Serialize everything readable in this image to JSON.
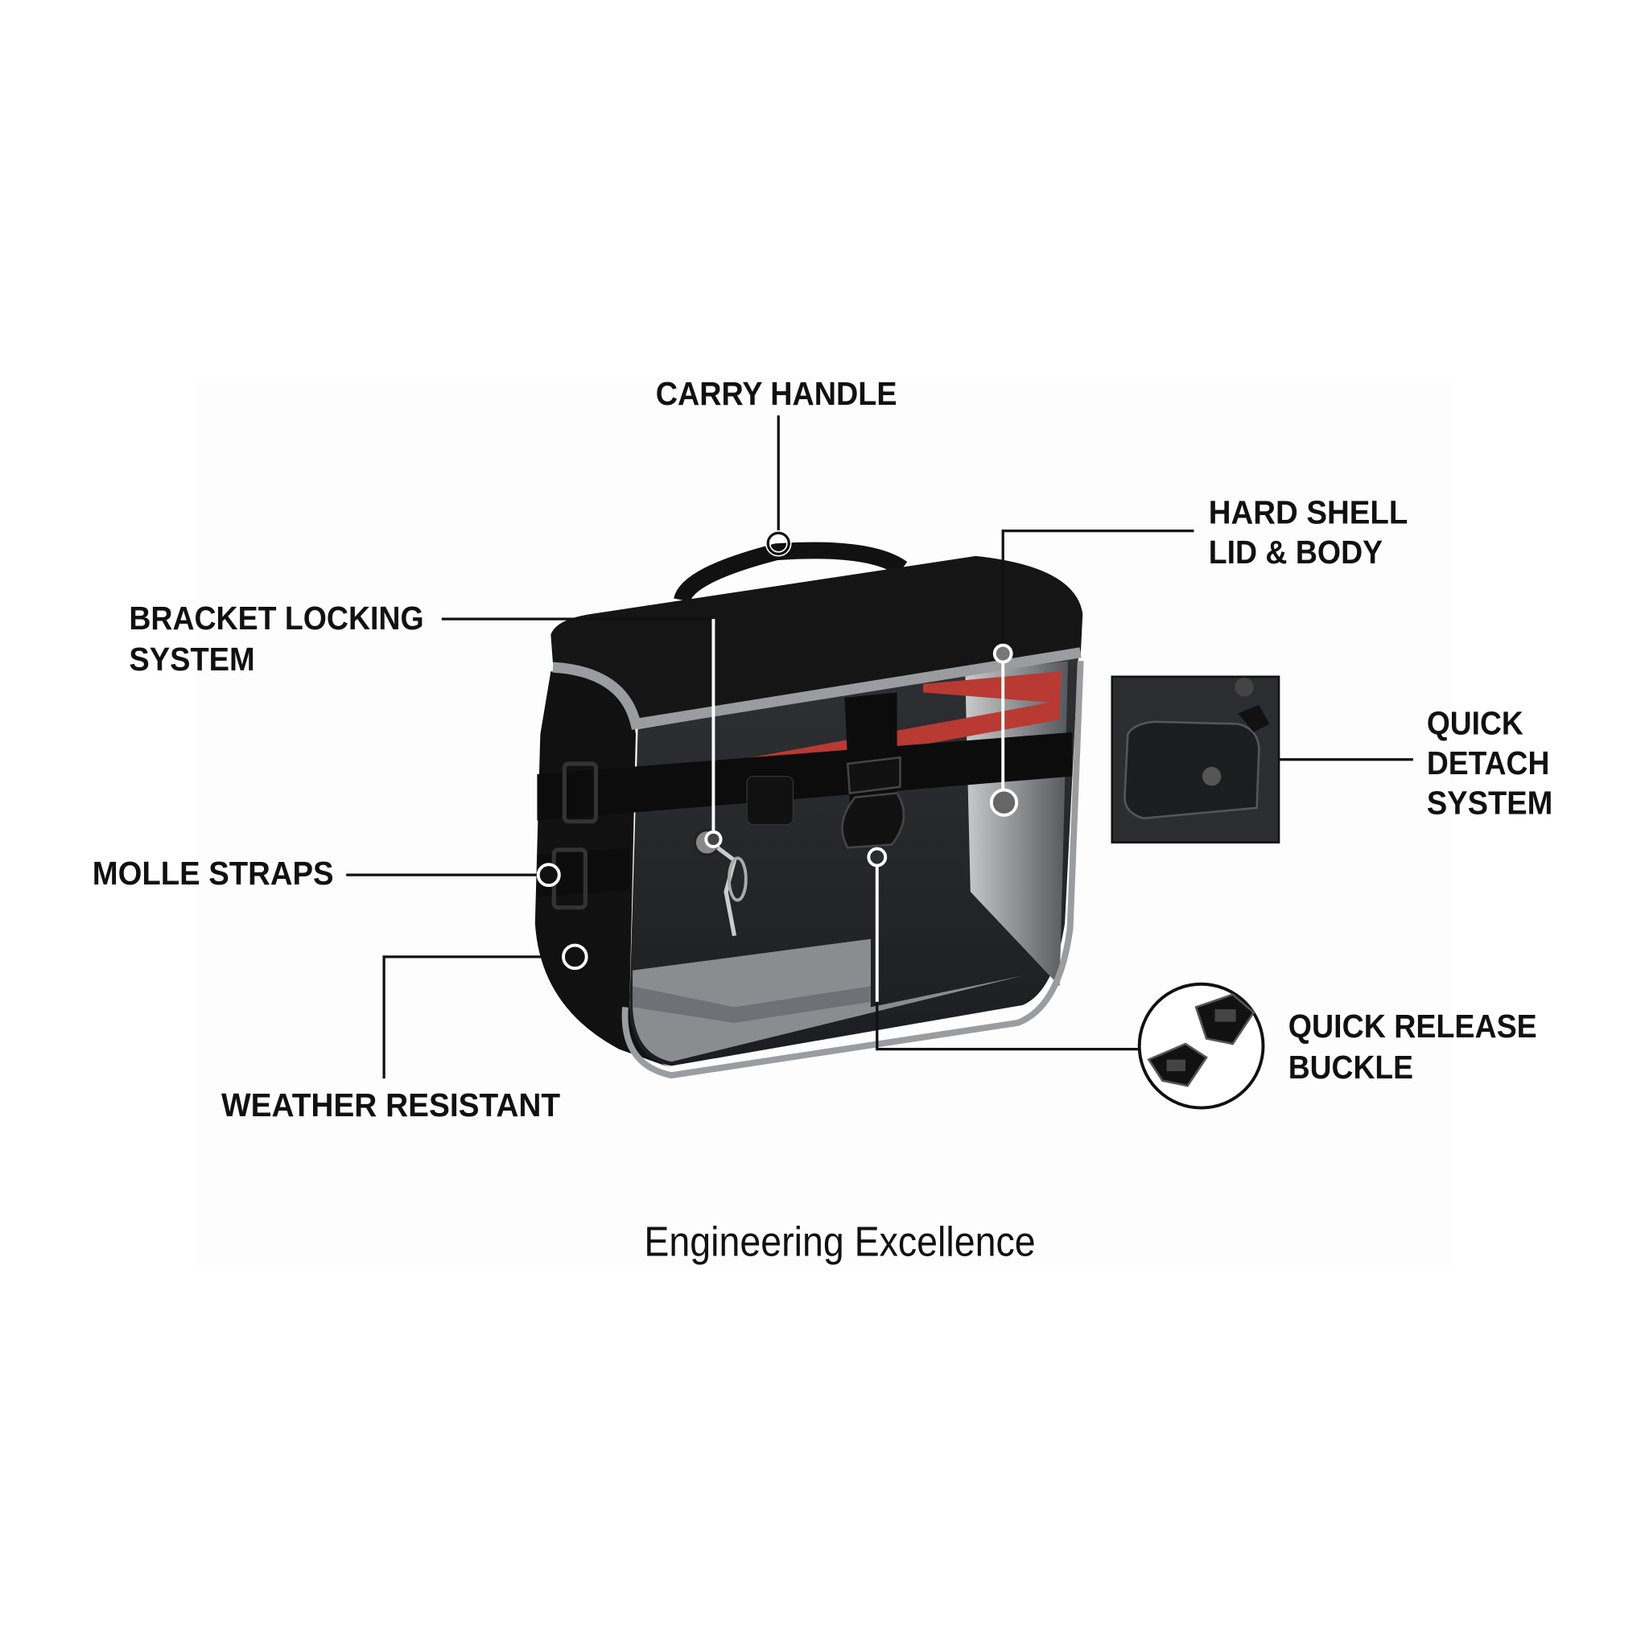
{
  "callouts": {
    "carry_handle": "CARRY HANDLE",
    "hard_shell": [
      "HARD SHELL",
      "LID & BODY"
    ],
    "bracket_locking": [
      "BRACKET LOCKING",
      "SYSTEM"
    ],
    "molle_straps": "MOLLE STRAPS",
    "weather_resistant": "WEATHER RESISTANT",
    "quick_detach": [
      "QUICK",
      "DETACH",
      "SYSTEM"
    ],
    "quick_release": [
      "QUICK RELEASE",
      "BUCKLE"
    ]
  },
  "title": "Engineering Excellence",
  "colors": {
    "bag": "#141414",
    "trim": "#9a9c9e",
    "accent": "#b83a33"
  }
}
